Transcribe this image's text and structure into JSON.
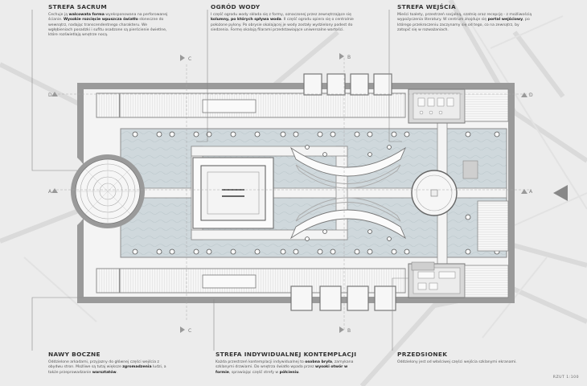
{
  "sections": {
    "sacrum": {
      "title": "STREFA SACRUM",
      "text_a": "Cechuje ją ",
      "text_b": "walcowata forma",
      "text_c": " wyeksponowana na perforowanej ścianie. ",
      "text_d": "Wysokie rozcięcie wpuszcza światło",
      "text_e": " słoneczne do wewnątrz, nadając transcendentnego charakteru. We wgłębieniach posadzki i sufitu osadzone są pierścienie świetlne, które rozświetlają wnętrze nocą."
    },
    "ogrod": {
      "title": "OGRÓD WODY",
      "text_a": "I część ogrodu wody składa się z formy, oznaczonej przez zewnętrzające się ",
      "text_b": "kolumny, po których spływa woda",
      "text_c": ". II część ogrodu opiera się o centralnie położone pylony. Po obrysie okalającej je wody zostały wydzielony podest do siedzenia. Formę okalają filarami przedstawiające uniwersalne wartości."
    },
    "wejscie": {
      "title": "STREFA WEJŚCIA",
      "text_a": "Mieści toalety, przestrzeń socjalną, szatnię oraz recepcję - z możliwością wypożyczenia literatury. W centrum znajduje się ",
      "text_b": "portal wejściowy",
      "text_c": ", po którego przekroczeniu zaczynamy się od tego, co na zewnątrz, by zatopić się w rozważaniach."
    },
    "nawy": {
      "title": "NAWY BOCZNE",
      "text_a": "Oddzielone arkadami, przyjazny do głównej części wejścia z obydwu stron. Możliwe są tutaj większe ",
      "text_b": "zgromadzenia",
      "text_c": " ludzi, a także przeprowadzanie ",
      "text_d": "warsztatów",
      "text_e": "."
    },
    "kontemplacja": {
      "title": "STREFA INDYWIDUALNEJ KONTEMPLACJI",
      "text_a": "Każda przestrzeń kontemplacji indywidualnej to ",
      "text_b": "osobna bryła",
      "text_c": ", zamykana szklanymi drzwiami. Do wnętrza światło wpada przez ",
      "text_d": "wysoki otwór w formie",
      "text_e": ", sprawiając część strefy w ",
      "text_f": "półcieniu",
      "text_g": "."
    },
    "przedsionek": {
      "title": "PRZEDSIONEK",
      "text_a": "Oddzielony jest od właściwej części wejścia szklanymi ekranami."
    }
  },
  "section_marks": {
    "a": "A",
    "b": "B",
    "c": "C",
    "d": "D"
  },
  "scale_label": "RZUT 1:100",
  "colors": {
    "background": "#ececec",
    "wall": "#9a9a9a",
    "floor": "#f4f4f4",
    "water": "#d3dbde",
    "line": "#6a6a6a",
    "text": "#333333"
  }
}
